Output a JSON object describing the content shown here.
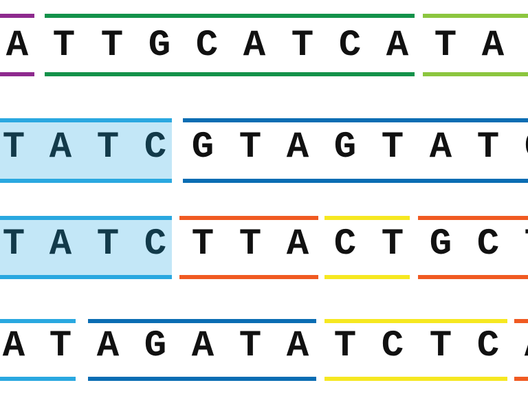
{
  "rows": [
    {
      "letters": [
        "A",
        "T",
        "T",
        "G",
        "C",
        "A",
        "T",
        "C",
        "A",
        "T",
        "A"
      ],
      "bars": [
        {
          "color": "#8e2a8e"
        },
        {
          "color": "#13924a"
        },
        {
          "color": "#8cc63f"
        }
      ]
    },
    {
      "highlighted": true,
      "letters": [
        "T",
        "A",
        "T",
        "C",
        "G",
        "T",
        "A",
        "G",
        "T",
        "A",
        "T",
        "C"
      ],
      "bars": [
        {
          "color": "#2aa8e0"
        },
        {
          "color": "#0a6db3"
        }
      ]
    },
    {
      "highlighted": true,
      "letters": [
        "T",
        "A",
        "T",
        "C",
        "T",
        "T",
        "A",
        "C",
        "T",
        "G",
        "C",
        "T"
      ],
      "bars": [
        {
          "color": "#2aa8e0"
        },
        {
          "color": "#f05a22"
        },
        {
          "color": "#f6e821"
        },
        {
          "color": "#f05a22"
        }
      ]
    },
    {
      "letters": [
        "A",
        "T",
        "A",
        "G",
        "A",
        "T",
        "A",
        "T",
        "C",
        "T",
        "C",
        "A"
      ],
      "bars": [
        {
          "color": "#2aa8e0"
        },
        {
          "color": "#0a6db3"
        },
        {
          "color": "#f6e821"
        },
        {
          "color": "#f05a22"
        }
      ]
    }
  ],
  "colors": {
    "letter": "#111111",
    "highlight_letter": "#123a4a",
    "highlight_fill": "#c3e7f7",
    "highlight_edge": "#2aa8e0"
  }
}
